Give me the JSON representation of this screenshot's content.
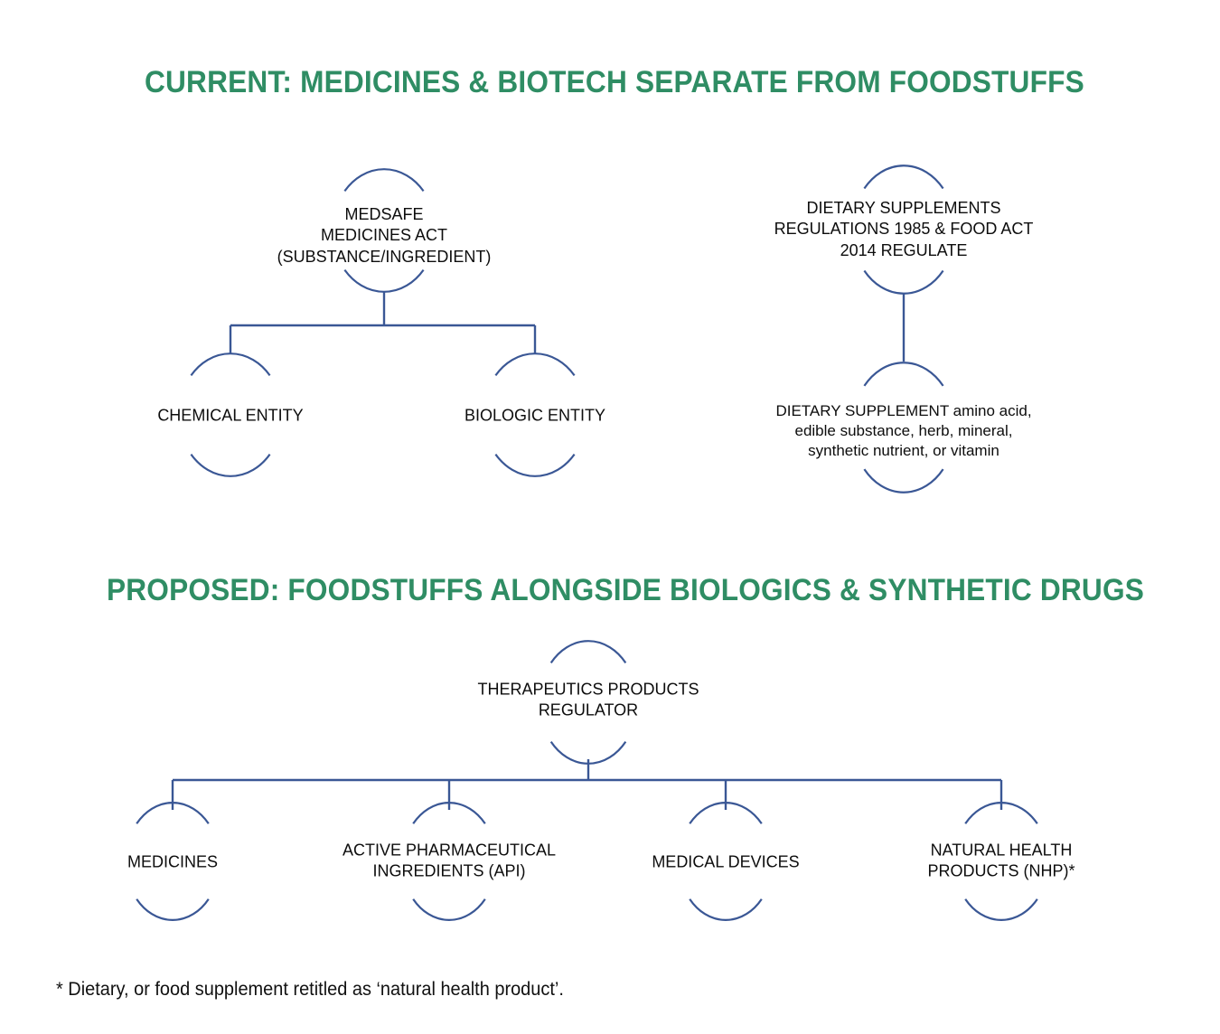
{
  "document": {
    "title": "Current vs Proposed regulatory structure for medicines, biotech and foodstuffs",
    "background_color": "#ffffff"
  },
  "colors": {
    "heading_green": "#2f8d64",
    "line_blue": "#3a5795",
    "text_black": "#0d0d0d"
  },
  "sections": {
    "current": {
      "title": "CURRENT: MEDICINES & BIOTECH SEPARATE FROM FOODSTUFFS",
      "trees": [
        {
          "name": "medsafe-tree",
          "root": {
            "id": "medsafe",
            "label": "MEDSAFE\nMEDICINES ACT\n(SUBSTANCE/INGREDIENT)"
          },
          "children": [
            {
              "id": "chemical-entity",
              "label": "CHEMICAL ENTITY"
            },
            {
              "id": "biologic-entity",
              "label": "BIOLOGIC ENTITY"
            }
          ]
        },
        {
          "name": "dietary-supplements-tree",
          "root": {
            "id": "dietary-supplements-regulations",
            "label": "DIETARY SUPPLEMENTS\nREGULATIONS 1985  & FOOD ACT\n2014 REGULATE"
          },
          "children": [
            {
              "id": "dietary-supplement",
              "label": "DIETARY SUPPLEMENT amino acid,\nedible substance, herb, mineral,\nsynthetic nutrient, or vitamin"
            }
          ]
        }
      ]
    },
    "proposed": {
      "title": "PROPOSED: FOODSTUFFS ALONGSIDE BIOLOGICS & SYNTHETIC DRUGS",
      "trees": [
        {
          "name": "therapeutics-products-regulator-tree",
          "root": {
            "id": "therapeutics-products-regulator",
            "label": "THERAPEUTICS PRODUCTS\nREGULATOR"
          },
          "children": [
            {
              "id": "medicines",
              "label": "MEDICINES"
            },
            {
              "id": "active-pharmaceutical-ingredients",
              "label": "ACTIVE PHARMACEUTICAL\nINGREDIENTS (API)"
            },
            {
              "id": "medical-devices",
              "label": "MEDICAL DEVICES"
            },
            {
              "id": "natural-health-products",
              "label": "NATURAL HEALTH\nPRODUCTS (NHP)*"
            }
          ]
        }
      ]
    }
  },
  "footnote": {
    "text": "* Dietary, or food supplement retitled as ‘natural health product’."
  }
}
